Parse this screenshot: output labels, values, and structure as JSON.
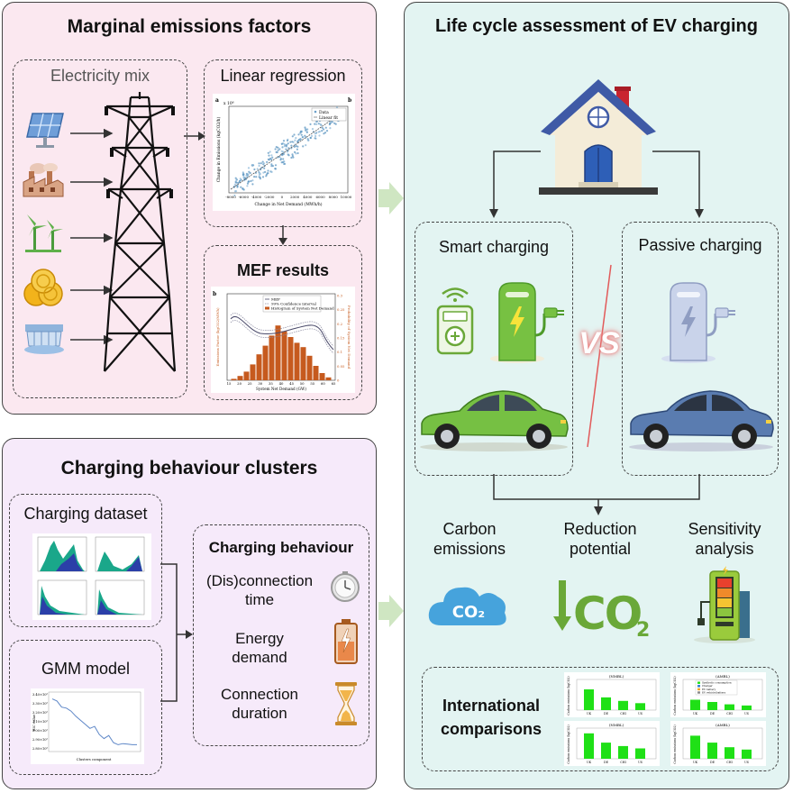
{
  "mef": {
    "title": "Marginal emissions factors",
    "electricity_mix": "Electricity mix",
    "linear_regression": "Linear regression",
    "mef_results": "MEF results",
    "regression_plot": {
      "panel_letter": "a",
      "panel_letter_b": "b",
      "exponent": "x 10⁶",
      "xlabel": "Change in Net Demand (MWh/h)",
      "ylabel": "Change in Emissions (kgCO2/h)",
      "legend": [
        "Data",
        "Linear fit"
      ],
      "xticks": [
        "-8000",
        "-6000",
        "-4000",
        "-2000",
        "0",
        "2000",
        "4000",
        "6000",
        "8000",
        "10000"
      ]
    },
    "mef_plot": {
      "panel_letter": "b",
      "legend": [
        "MEF",
        "99% Confidence interval",
        "Histogram of System Net Demand"
      ],
      "xlabel": "System Net Demand (GW)",
      "ylabel_left": "Emissions Factor (kgCO2/MWh)",
      "ylabel_right": "Probability of System Net Demand",
      "xticks": [
        "15",
        "20",
        "25",
        "30",
        "35",
        "40",
        "45",
        "50",
        "55",
        "60",
        "65"
      ],
      "yticks_right": [
        "0.3",
        "0.25",
        "0.2",
        "0.15",
        "0.1",
        "0.05",
        "0"
      ]
    }
  },
  "cbc": {
    "title": "Charging behaviour clusters",
    "charging_dataset": "Charging dataset",
    "gmm_model": "GMM model",
    "charging_behaviour": "Charging behaviour",
    "items": [
      "(Dis)connection time",
      "Energy demand",
      "Connection duration"
    ],
    "items_lines": [
      [
        "(Dis)connection",
        "time"
      ],
      [
        "Energy",
        "demand"
      ],
      [
        "Connection",
        "duration"
      ]
    ],
    "gmm_plot": {
      "ylabel": "BIC value",
      "xlabel": "Clusters component",
      "yticks": [
        "3.40×10⁵",
        "3.30×10⁵",
        "3.20×10⁵",
        "3.10×10⁵",
        "3.00×10⁵",
        "2.90×10⁵",
        "2.80×10⁵"
      ]
    }
  },
  "lca": {
    "title": "Life cycle assessment of EV charging",
    "smart": "Smart charging",
    "passive": "Passive charging",
    "vs": "VS",
    "outputs": [
      {
        "lines": [
          "Carbon",
          "emissions"
        ]
      },
      {
        "lines": [
          "Reduction",
          "potential"
        ]
      },
      {
        "lines": [
          "Sensitivity",
          "analysis"
        ]
      }
    ],
    "co2_cloud": "CO₂",
    "co2_big": "CO",
    "co2_sub": "2",
    "international": [
      "International",
      "comparisons"
    ],
    "intl_chart_titles": [
      "(NMBL)",
      "(AMBL)",
      "(NMBL)",
      "(AMBL)"
    ],
    "intl_legend": [
      "Synthetic consumption",
      "Charger",
      "EV battery",
      "EV vehicle/battery"
    ],
    "intl_ylabel": "Carbon emissions (kgCO2)",
    "intl_categories": [
      "UK",
      "DE",
      "CHI",
      "US"
    ]
  },
  "colors": {
    "pink_panel": "#fbe8f0",
    "green_panel": "#e3f4f2",
    "lilac_panel": "#f6eafa",
    "arrow_green": "#cfe6c2",
    "ev_green": "#76c043",
    "ev_blue": "#5a7cb0",
    "bar_green": "#1fe016",
    "hist_orange": "#c65a1e"
  },
  "chart_data": [
    {
      "type": "bar",
      "title": "",
      "categories": [
        "15",
        "17.5",
        "20",
        "22.5",
        "25",
        "27.5",
        "30",
        "32.5",
        "35",
        "37.5",
        "40",
        "42.5",
        "45",
        "47.5",
        "50",
        "52.5"
      ],
      "series": [
        {
          "name": "Histogram of System Net Demand",
          "values": [
            0.005,
            0.015,
            0.03,
            0.055,
            0.09,
            0.12,
            0.155,
            0.19,
            0.17,
            0.15,
            0.13,
            0.115,
            0.085,
            0.05,
            0.025,
            0.01
          ]
        }
      ],
      "ylim": [
        0,
        0.3
      ]
    },
    {
      "type": "line",
      "title": "",
      "x": [
        1,
        2,
        3,
        4,
        5,
        6,
        7,
        8,
        9,
        10,
        11,
        12,
        13,
        14,
        15,
        16,
        17,
        18,
        19
      ],
      "values": [
        335000,
        333000,
        327000,
        326000,
        323000,
        318000,
        314000,
        310000,
        306000,
        308000,
        300000,
        296000,
        299000,
        292000,
        290000,
        291000,
        290500,
        290000,
        290000
      ],
      "xlabel": "Clusters component",
      "ylabel": "BIC value"
    },
    {
      "type": "bar",
      "title": "(NMBL)",
      "categories": [
        "UK",
        "DE",
        "CHI",
        "US"
      ],
      "values": [
        18,
        11,
        8,
        6
      ]
    },
    {
      "type": "bar",
      "title": "(AMBL)",
      "categories": [
        "UK",
        "DE",
        "CHI",
        "US"
      ],
      "values": [
        9,
        7,
        5,
        4
      ]
    },
    {
      "type": "bar",
      "title": "(NMBL)",
      "categories": [
        "UK",
        "DE",
        "CHI",
        "US"
      ],
      "values": [
        22,
        14,
        11,
        9
      ]
    },
    {
      "type": "bar",
      "title": "(AMBL)",
      "categories": [
        "UK",
        "DE",
        "CHI",
        "US"
      ],
      "values": [
        20,
        14,
        10,
        8
      ]
    }
  ]
}
